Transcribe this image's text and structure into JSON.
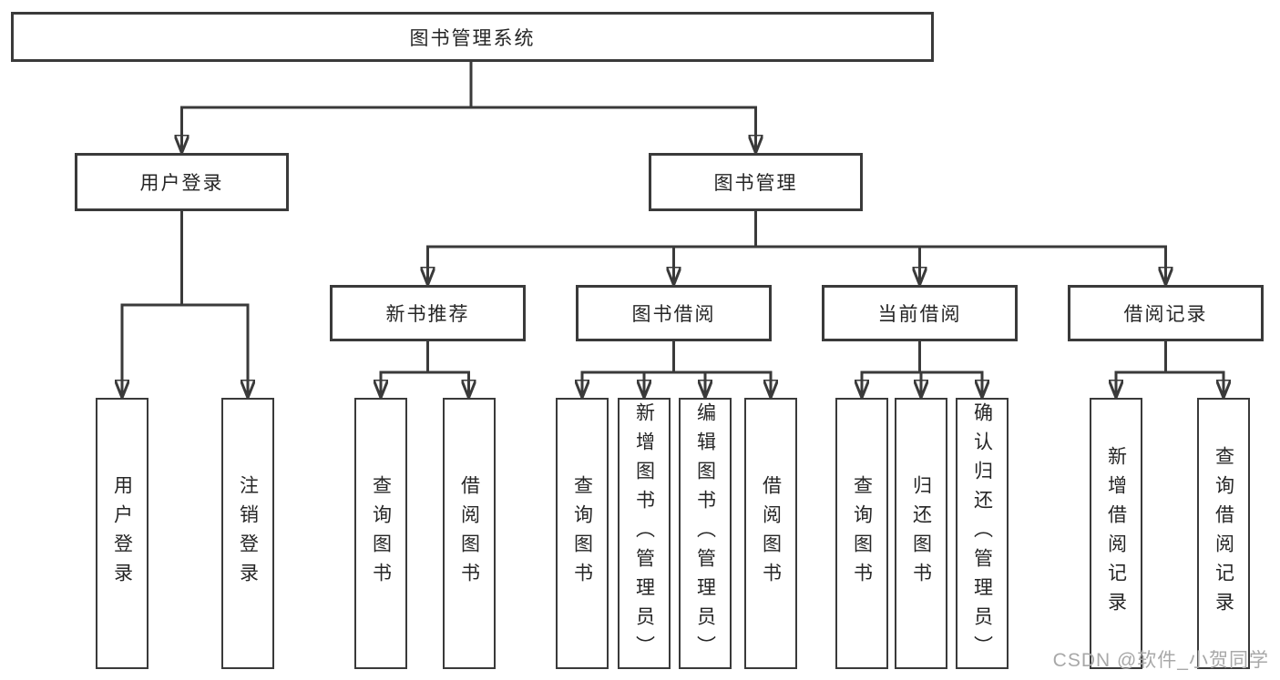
{
  "diagram": {
    "title_node": "图书管理系统",
    "level2": {
      "user_login": "用户登录",
      "book_management": "图书管理"
    },
    "level3": {
      "new_book_recommend": "新书推荐",
      "book_borrow": "图书借阅",
      "current_borrow": "当前借阅",
      "borrow_records": "借阅记录"
    },
    "leaves": {
      "user_login": [
        "用户登录",
        "注销登录"
      ],
      "new_book_recommend": [
        "查询图书",
        "借阅图书"
      ],
      "book_borrow": [
        "查询图书",
        "新增图书（管理员）",
        "编辑图书（管理员）",
        "借阅图书"
      ],
      "current_borrow": [
        "查询图书",
        "归还图书",
        "确认归还（管理员）"
      ],
      "borrow_records": [
        "新增借阅记录",
        "查询借阅记录"
      ]
    },
    "colors": {
      "line": "#3a3a3a",
      "text": "#262626",
      "background": "#ffffff",
      "watermark_text": "#a8a8a8"
    }
  },
  "watermark": "CSDN @软件_小贺同学"
}
